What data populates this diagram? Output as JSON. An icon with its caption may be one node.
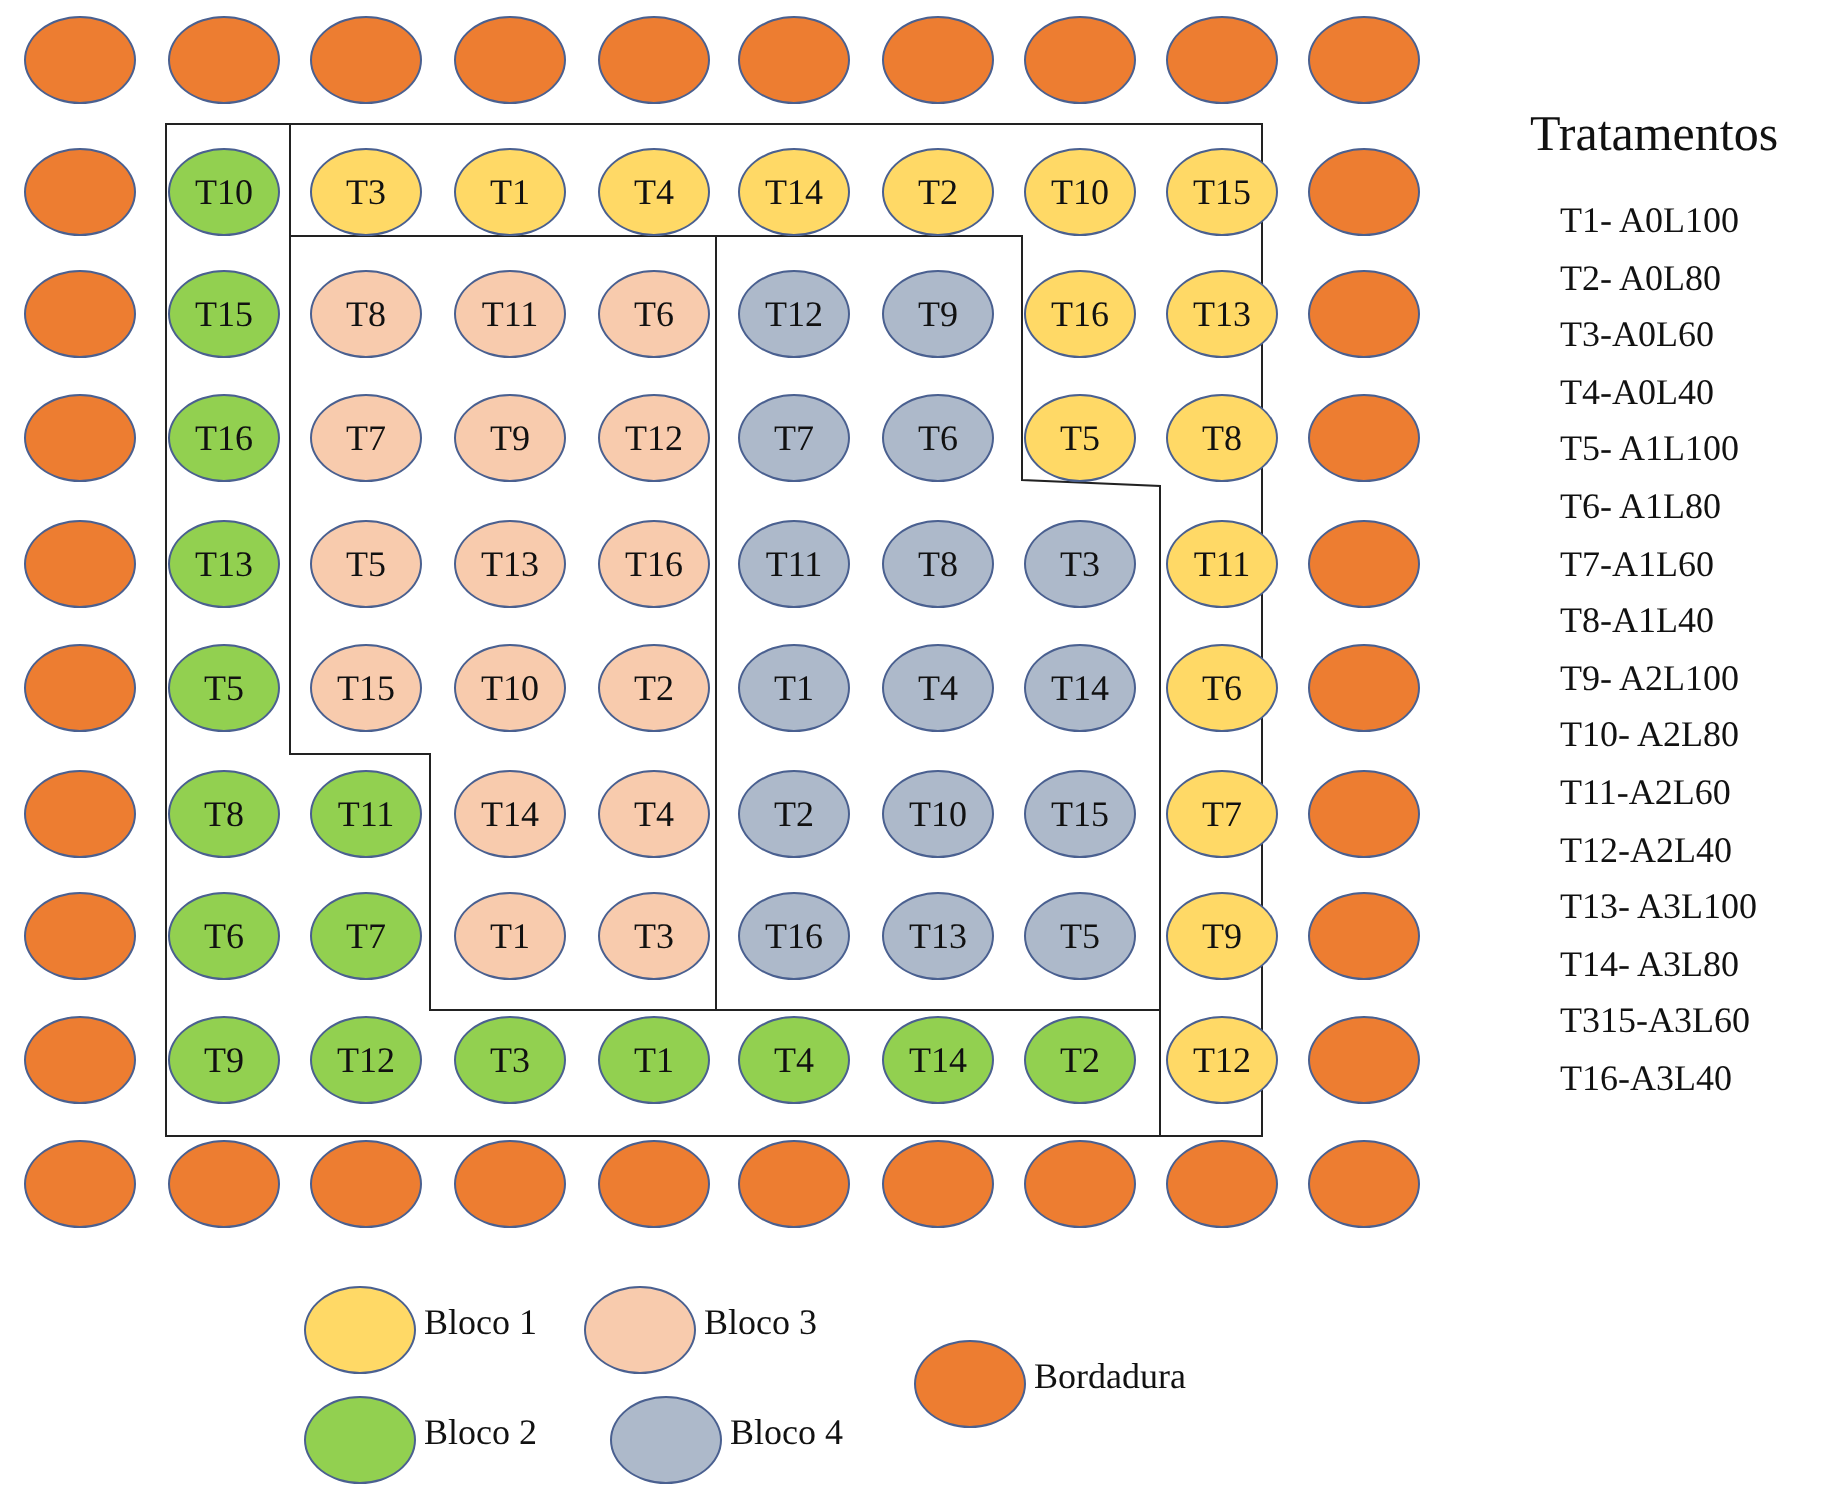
{
  "diagram": {
    "nodes": [
      {
        "text": [],
        "shape": "circle"
      },
      {
        "text": [],
        "shape": "circle"
      },
      {
        "text": [],
        "shape": "circle"
      },
      {
        "text": [],
        "shape": "circle"
      },
      {
        "text": [],
        "shape": "circle"
      },
      {
        "text": [],
        "shape": "circle"
      },
      {
        "text": [],
        "shape": "circle"
      },
      {
        "text": [],
        "shape": "circle"
      },
      {
        "text": [],
        "shape": "circle"
      },
      {
        "text": [],
        "shape": "circle"
      },
      {
        "text": [],
        "shape": "circle"
      },
      {
        "text": [
          "T10"
        ]
      },
      {
        "text": [
          "T3"
        ]
      },
      {
        "text": [
          "T1"
        ]
      },
      {
        "text": [
          "T4"
        ]
      },
      {
        "text": [
          "T14"
        ]
      },
      {
        "text": [
          "T2"
        ]
      },
      {
        "text": [
          "T10"
        ]
      },
      {
        "text": [
          "T15"
        ]
      },
      {
        "text": [],
        "shape": "circle"
      },
      {
        "text": [],
        "shape": "circle"
      },
      {
        "text": [
          "T15"
        ]
      },
      {
        "text": [
          "T8"
        ]
      },
      {
        "text": [
          "T11"
        ]
      },
      {
        "text": [
          "T6"
        ]
      },
      {
        "text": [
          "T12"
        ]
      },
      {
        "text": [
          "T9"
        ]
      },
      {
        "text": [
          "T16"
        ]
      },
      {
        "text": [
          "T13"
        ]
      },
      {
        "text": [],
        "shape": "circle"
      },
      {
        "text": [],
        "shape": "circle"
      },
      {
        "text": [
          "T16"
        ]
      },
      {
        "text": [
          "T7"
        ]
      },
      {
        "text": [
          "T9"
        ]
      },
      {
        "text": [
          "T12"
        ]
      },
      {
        "text": [
          "T7"
        ]
      },
      {
        "text": [
          "T6"
        ]
      },
      {
        "text": [
          "T5"
        ]
      },
      {
        "text": [
          "T8"
        ]
      },
      {
        "text": [],
        "shape": "circle"
      },
      {
        "text": [],
        "shape": "circle"
      },
      {
        "text": [
          "T13"
        ]
      },
      {
        "text": [
          "T5"
        ]
      },
      {
        "text": [
          "T13"
        ]
      },
      {
        "text": [
          "T16"
        ]
      },
      {
        "text": [
          "T11"
        ]
      },
      {
        "text": [
          "T8"
        ]
      },
      {
        "text": [
          "T3"
        ]
      },
      {
        "text": [
          "T11"
        ]
      },
      {
        "text": [],
        "shape": "circle"
      },
      {
        "text": [],
        "shape": "circle"
      },
      {
        "text": [
          "T5"
        ]
      },
      {
        "text": [
          "T15"
        ]
      },
      {
        "text": [
          "T10"
        ]
      },
      {
        "text": [
          "T2"
        ]
      },
      {
        "text": [
          "T1"
        ]
      },
      {
        "text": [
          "T4"
        ]
      },
      {
        "text": [
          "T14"
        ]
      },
      {
        "text": [
          "T6"
        ]
      },
      {
        "text": [],
        "shape": "circle"
      },
      {
        "text": [],
        "shape": "circle"
      },
      {
        "text": [
          "T8"
        ]
      },
      {
        "text": [
          "T11"
        ]
      },
      {
        "text": [
          "T14"
        ]
      },
      {
        "text": [
          "T4"
        ]
      },
      {
        "text": [
          "T2"
        ]
      },
      {
        "text": [
          "T10"
        ]
      },
      {
        "text": [
          "T15"
        ]
      },
      {
        "text": [
          "T7"
        ]
      },
      {
        "text": [],
        "shape": "circle"
      },
      {
        "text": [],
        "shape": "circle"
      },
      {
        "text": [
          "T6"
        ]
      },
      {
        "text": [
          "T7"
        ]
      },
      {
        "text": [
          "T1"
        ]
      },
      {
        "text": [
          "T3"
        ]
      },
      {
        "text": [
          "T16"
        ]
      },
      {
        "text": [
          "T13"
        ]
      },
      {
        "text": [
          "T5"
        ]
      },
      {
        "text": [
          "T9"
        ]
      },
      {
        "text": [],
        "shape": "circle"
      },
      {
        "text": [],
        "shape": "circle"
      },
      {
        "text": [
          "T9"
        ]
      },
      {
        "text": [
          "T12"
        ]
      },
      {
        "text": [
          "T3"
        ]
      },
      {
        "text": [
          "T1"
        ]
      },
      {
        "text": [
          "T4"
        ]
      },
      {
        "text": [
          "T14"
        ]
      },
      {
        "text": [
          "T2"
        ]
      },
      {
        "text": [
          "T12"
        ]
      },
      {
        "text": [],
        "shape": "circle"
      },
      {
        "text": [],
        "shape": "circle"
      },
      {
        "text": [],
        "shape": "circle"
      },
      {
        "text": [],
        "shape": "circle"
      },
      {
        "text": [],
        "shape": "circle"
      },
      {
        "text": [],
        "shape": "circle"
      },
      {
        "text": [],
        "shape": "circle"
      },
      {
        "text": [],
        "shape": "circle"
      },
      {
        "text": [],
        "shape": "circle"
      },
      {
        "text": [],
        "shape": "circle"
      },
      {
        "text": [],
        "shape": "circle"
      }
    ],
    "labels": [
      "Tratamentos",
      "T1- A0L100",
      "T2- A0L80",
      "T3-A0L60",
      "T4-A0L40",
      "T5- A1L100",
      "T6- A1L80",
      "T7-A1L60",
      "T8-A1L40",
      "T9- A2L100",
      "T10- A2L80",
      "T11-A2L60",
      "T12-A2L40",
      "T13- A3L100",
      "T14- A3L80",
      "T315-A3L60",
      "T16-A3L40"
    ],
    "legend": [
      {
        "text": "Bloco 1",
        "color": "#ffd966"
      },
      {
        "text": "Bloco 2",
        "color": "#92d050"
      },
      {
        "text": "Bloco 3",
        "color": "#f8cbad"
      },
      {
        "text": "Bloco 4",
        "color": "#adb9ca"
      },
      {
        "text": "Bordadura",
        "color": "#ed7d31"
      }
    ]
  }
}
